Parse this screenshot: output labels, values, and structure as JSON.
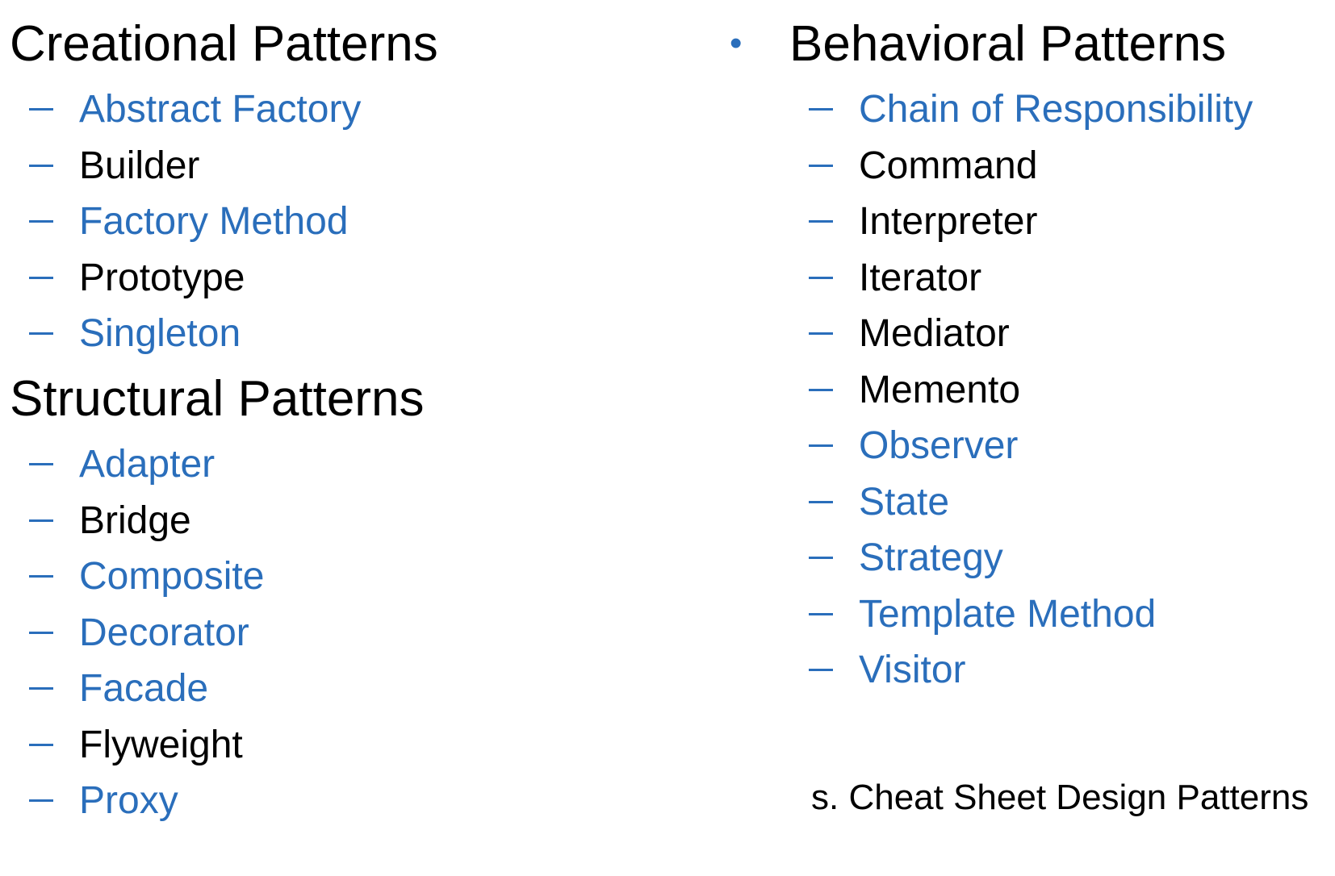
{
  "creational": {
    "title": "Creational Patterns",
    "items": [
      {
        "label": "Abstract Factory",
        "link": true
      },
      {
        "label": "Builder",
        "link": false
      },
      {
        "label": "Factory Method",
        "link": true
      },
      {
        "label": "Prototype",
        "link": false
      },
      {
        "label": "Singleton",
        "link": true
      }
    ]
  },
  "structural": {
    "title": "Structural Patterns",
    "items": [
      {
        "label": "Adapter",
        "link": true
      },
      {
        "label": "Bridge",
        "link": false
      },
      {
        "label": "Composite",
        "link": true
      },
      {
        "label": "Decorator",
        "link": true
      },
      {
        "label": "Facade",
        "link": true
      },
      {
        "label": "Flyweight",
        "link": false
      },
      {
        "label": "Proxy",
        "link": true
      }
    ]
  },
  "behavioral": {
    "bullet": "•",
    "title": "Behavioral Patterns",
    "items": [
      {
        "label": "Chain of Responsibility",
        "link": true
      },
      {
        "label": "Command",
        "link": false
      },
      {
        "label": "Interpreter",
        "link": false
      },
      {
        "label": "Iterator",
        "link": false
      },
      {
        "label": "Mediator",
        "link": false
      },
      {
        "label": "Memento",
        "link": false
      },
      {
        "label": "Observer",
        "link": true
      },
      {
        "label": "State",
        "link": true
      },
      {
        "label": "Strategy",
        "link": true
      },
      {
        "label": "Template Method",
        "link": true
      },
      {
        "label": "Visitor",
        "link": true
      }
    ]
  },
  "footnote": "s. Cheat Sheet Design Patterns",
  "colors": {
    "link": "#2a6ebb",
    "text": "#000000",
    "background": "#ffffff"
  }
}
